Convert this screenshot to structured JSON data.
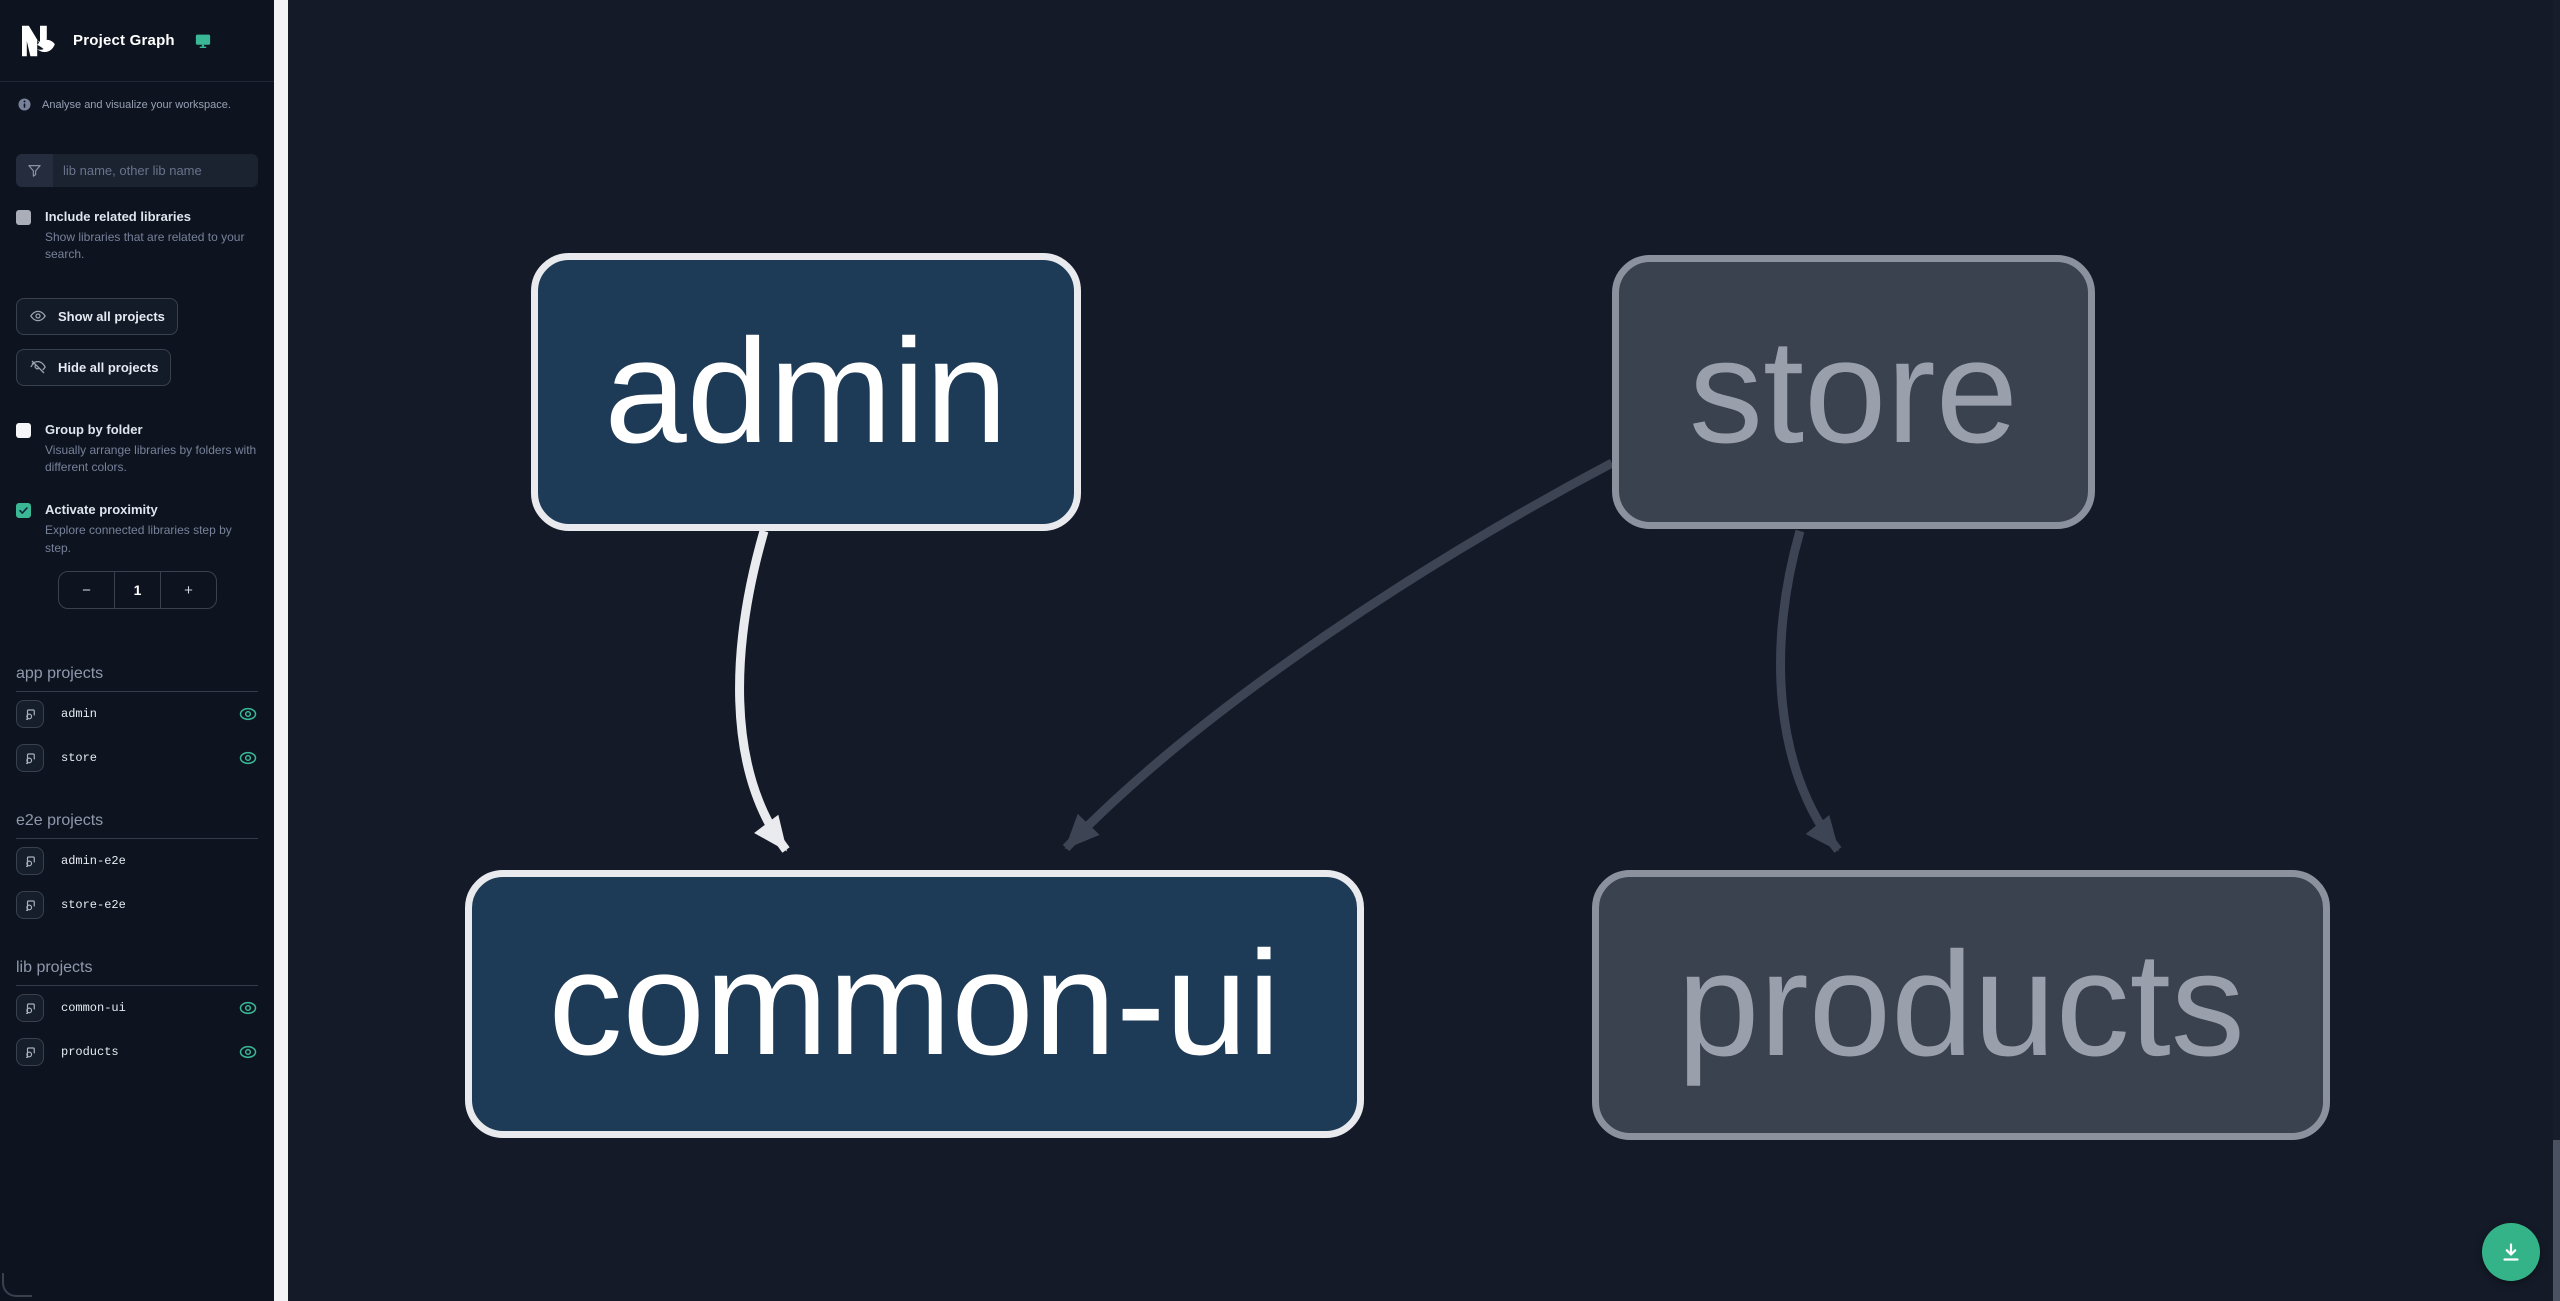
{
  "app": {
    "title": "Project Graph"
  },
  "sidebar": {
    "tagline": "Analyse and visualize your workspace.",
    "search": {
      "placeholder": "lib name, other lib name"
    },
    "include_related": {
      "label": "Include related libraries",
      "description": "Show libraries that are related to your search.",
      "checked": false
    },
    "show_all_label": "Show all projects",
    "hide_all_label": "Hide all projects",
    "group_by_folder": {
      "label": "Group by folder",
      "description": "Visually arrange libraries by folders with different colors.",
      "checked": false
    },
    "activate_proximity": {
      "label": "Activate proximity",
      "description": "Explore connected libraries step by step.",
      "checked": true
    },
    "proximity": {
      "decrement_label": "−",
      "value": "1",
      "increment_label": "+"
    },
    "sections": [
      {
        "title": "app projects",
        "items": [
          {
            "name": "admin",
            "eye_visible": true
          },
          {
            "name": "store",
            "eye_visible": true
          }
        ]
      },
      {
        "title": "e2e projects",
        "items": [
          {
            "name": "admin-e2e",
            "eye_visible": false
          },
          {
            "name": "store-e2e",
            "eye_visible": false
          }
        ]
      },
      {
        "title": "lib projects",
        "items": [
          {
            "name": "common-ui",
            "eye_visible": true
          },
          {
            "name": "products",
            "eye_visible": true
          }
        ]
      }
    ]
  },
  "graph": {
    "nodes": [
      {
        "label": "admin",
        "state": "focused"
      },
      {
        "label": "store",
        "state": "muted"
      },
      {
        "label": "common-ui",
        "state": "focused"
      },
      {
        "label": "products",
        "state": "muted"
      }
    ],
    "edges": [
      {
        "from": "admin",
        "to": "common-ui",
        "state": "highlighted"
      },
      {
        "from": "store",
        "to": "common-ui",
        "state": "muted"
      },
      {
        "from": "store",
        "to": "products",
        "state": "muted"
      }
    ]
  },
  "colors": {
    "accent": "#3ab795",
    "sidebar_bg": "#0e141f",
    "canvas_bg": "#141a28",
    "focused_node_fill": "#1d3a57",
    "focused_node_border": "#e8eaee",
    "muted_node_fill": "#3a414f",
    "muted_node_border": "#8b919d",
    "muted_node_text": "#99a0ab",
    "edge_highlight": "#e9ebee",
    "edge_muted": "#3d4453",
    "fab": "#35b388"
  }
}
